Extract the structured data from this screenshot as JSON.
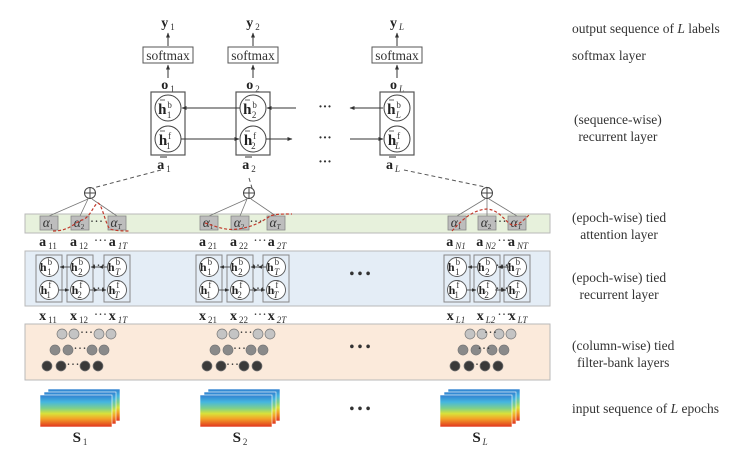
{
  "output_layer": {
    "columns": [
      {
        "y_label": "y",
        "y_sub": "1",
        "softmax": "softmax",
        "o_label": "o",
        "o_sub": "1",
        "hb_sub": "1",
        "hf_sub": "1",
        "abar_label": "a",
        "abar_sub": "1"
      },
      {
        "y_label": "y",
        "y_sub": "2",
        "softmax": "softmax",
        "o_label": "o",
        "o_sub": "2",
        "hb_sub": "2",
        "hf_sub": "2",
        "abar_label": "a",
        "abar_sub": "2"
      },
      {
        "y_label": "y",
        "y_sub": "L",
        "softmax": "softmax",
        "o_label": "o",
        "o_sub": "L",
        "hb_sub": "L",
        "hf_sub": "L",
        "abar_label": "a",
        "abar_sub": "L"
      }
    ],
    "h_label": "h",
    "backward_sup": "b",
    "forward_sup": "f",
    "ellipsis": "···"
  },
  "epoch_columns": [
    {
      "alphas": [
        {
          "sub": "1"
        },
        {
          "sub": "2"
        },
        {
          "sub": "T"
        }
      ],
      "a_labels": [
        {
          "t": "a",
          "s": "11"
        },
        {
          "t": "a",
          "s": "12"
        },
        {
          "t": "a",
          "s": "1T"
        }
      ],
      "x_labels": [
        {
          "t": "x",
          "s": "11"
        },
        {
          "t": "x",
          "s": "12"
        },
        {
          "t": "x",
          "s": "1T"
        }
      ],
      "cells": [
        {
          "s": "1"
        },
        {
          "s": "2"
        },
        {
          "s": "T"
        }
      ],
      "s_label": "S",
      "s_sub": "1"
    },
    {
      "alphas": [
        {
          "sub": "1"
        },
        {
          "sub": "2"
        },
        {
          "sub": "T"
        }
      ],
      "a_labels": [
        {
          "t": "a",
          "s": "21"
        },
        {
          "t": "a",
          "s": "22"
        },
        {
          "t": "a",
          "s": "2T"
        }
      ],
      "x_labels": [
        {
          "t": "x",
          "s": "21"
        },
        {
          "t": "x",
          "s": "22"
        },
        {
          "t": "x",
          "s": "2T"
        }
      ],
      "cells": [
        {
          "s": "1"
        },
        {
          "s": "2"
        },
        {
          "s": "T"
        }
      ],
      "s_label": "S",
      "s_sub": "2"
    },
    {
      "alphas": [
        {
          "sub": "1"
        },
        {
          "sub": "2"
        },
        {
          "sub": "T"
        }
      ],
      "a_labels": [
        {
          "t": "a",
          "s": "N1"
        },
        {
          "t": "a",
          "s": "N2"
        },
        {
          "t": "a",
          "s": "NT"
        }
      ],
      "x_labels": [
        {
          "t": "x",
          "s": "L1"
        },
        {
          "t": "x",
          "s": "L2"
        },
        {
          "t": "x",
          "s": "LT"
        }
      ],
      "cells": [
        {
          "s": "1"
        },
        {
          "s": "2"
        },
        {
          "s": "T"
        }
      ],
      "s_label": "S",
      "s_sub": "L"
    }
  ],
  "alpha_symbol": "α",
  "inner_ellipsis": "···",
  "big_ellipsis": "• • •",
  "layer_labels": {
    "output": "output sequence of L labels",
    "output_parts": [
      "output sequence of ",
      "L",
      " labels"
    ],
    "softmax": "softmax layer",
    "seq_recurrent": [
      "(sequence-wise)",
      "recurrent layer"
    ],
    "attention": [
      "(epoch-wise) tied",
      "attention layer"
    ],
    "epoch_recurrent": [
      "(epoch-wise) tied",
      "recurrent layer"
    ],
    "filterbank": [
      "(column-wise) tied",
      "filter-bank layers"
    ],
    "input": "input sequence of L epochs",
    "input_parts": [
      "input sequence of ",
      "L",
      " epochs"
    ]
  },
  "colors": {
    "attention_band": "#e7f1dc",
    "recurrent_band": "#e4edf6",
    "filterbank_band": "#fbeadb",
    "band_border": "#b9b9b9",
    "alpha_box": "#bdbdbd",
    "attention_curve": "#c0392b",
    "filter_light": "#c4c4c4",
    "filter_mid": "#8a8a8a",
    "filter_dark": "#3a3a3a"
  }
}
